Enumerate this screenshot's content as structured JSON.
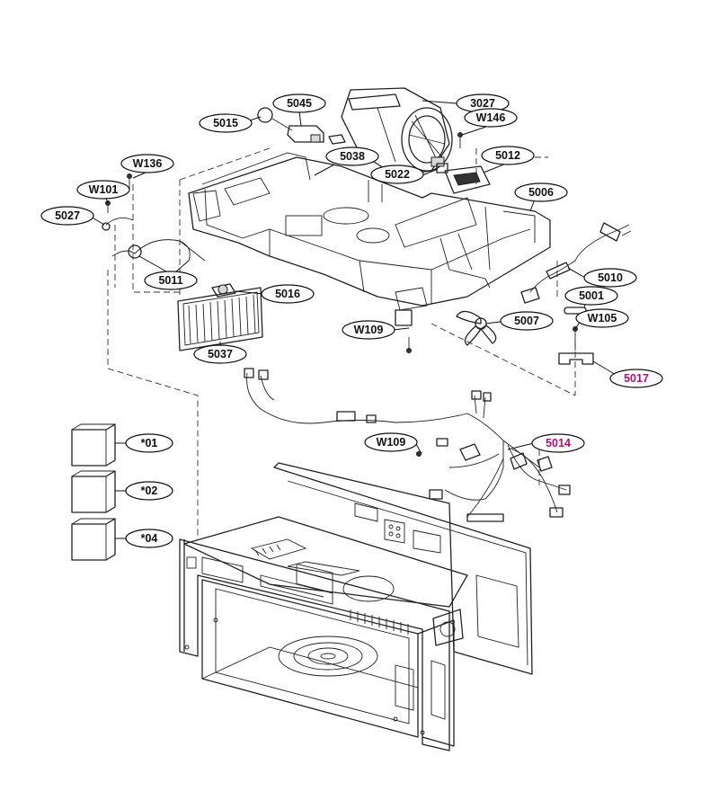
{
  "diagram": {
    "highlight_color": "#b0107a",
    "callouts": [
      {
        "id": "c3027",
        "label": "3027"
      },
      {
        "id": "c5045",
        "label": "5045"
      },
      {
        "id": "c5015",
        "label": "5015"
      },
      {
        "id": "cW146",
        "label": "W146"
      },
      {
        "id": "cW136",
        "label": "W136"
      },
      {
        "id": "c5038",
        "label": "5038"
      },
      {
        "id": "c5012",
        "label": "5012"
      },
      {
        "id": "cW101",
        "label": "W101"
      },
      {
        "id": "c5022",
        "label": "5022"
      },
      {
        "id": "c5006",
        "label": "5006"
      },
      {
        "id": "c5027",
        "label": "5027"
      },
      {
        "id": "c5011",
        "label": "5011"
      },
      {
        "id": "c5016",
        "label": "5016"
      },
      {
        "id": "c5010",
        "label": "5010"
      },
      {
        "id": "c5001",
        "label": "5001"
      },
      {
        "id": "c5007",
        "label": "5007"
      },
      {
        "id": "cW105",
        "label": "W105"
      },
      {
        "id": "cW109a",
        "label": "W109"
      },
      {
        "id": "c5037",
        "label": "5037"
      },
      {
        "id": "c5017",
        "label": "5017",
        "highlight": true
      },
      {
        "id": "cW109b",
        "label": "W109"
      },
      {
        "id": "c5014",
        "label": "5014",
        "highlight": true
      },
      {
        "id": "c01",
        "label": "*01"
      },
      {
        "id": "c02",
        "label": "*02"
      },
      {
        "id": "c04",
        "label": "*04"
      }
    ]
  }
}
